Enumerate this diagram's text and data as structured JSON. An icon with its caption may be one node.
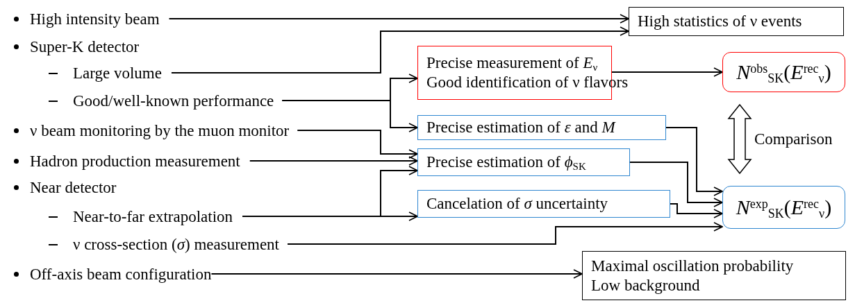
{
  "diagram": {
    "nodes": [
      {
        "text": [
          "High intensity beam"
        ]
      },
      {
        "text": [
          "Large volume"
        ]
      },
      {
        "text": [
          "Good/well-known performance"
        ]
      },
      {
        "text": [
          "ν beam monitoring by the muon monitor"
        ]
      },
      {
        "text": [
          "Hadron production measurement"
        ]
      },
      {
        "text": [
          "Near-to-far extrapolation"
        ]
      },
      {
        "text": [
          "ν cross-section (*σ*) measurement"
        ]
      },
      {
        "text": [
          "Off-axis beam configuration"
        ]
      },
      {
        "text": [
          "High statistics of ν events"
        ]
      },
      {
        "text": [
          "Precise measurement of *E*$_{ν}$",
          "Good identification of ν flavors"
        ]
      },
      {
        "text": [
          "Precise estimation of *ε* and *M*"
        ]
      },
      {
        "text": [
          "Precise estimation of *ϕ*$_{SK}$"
        ]
      },
      {
        "text": [
          "Cancelation of *σ* uncertainty"
        ]
      },
      {
        "text": [
          "*N*$^{obs}$$_{SK}$(*E*$^{rec}$$_{ν}$)"
        ]
      },
      {
        "text": [
          "*N*$^{exp}$$_{SK}$(*E*$^{rec}$$_{ν}$)"
        ]
      },
      {
        "text": [
          "Maximal oscillation probability",
          "Low background"
        ]
      }
    ],
    "edges": [
      {
        "from": 0,
        "to": 8,
        "arrow": "to"
      },
      {
        "from": 1,
        "to": 8,
        "arrow": "to"
      },
      {
        "from": 2,
        "to": 9,
        "arrow": "to"
      },
      {
        "from": 2,
        "to": 10,
        "arrow": "to"
      },
      {
        "from": 3,
        "to": 11,
        "arrow": "to"
      },
      {
        "from": 4,
        "to": 11,
        "arrow": "to"
      },
      {
        "from": 5,
        "to": 11,
        "arrow": "to"
      },
      {
        "from": 5,
        "to": 12,
        "arrow": "to"
      },
      {
        "from": 6,
        "to": 14,
        "arrow": "to"
      },
      {
        "from": 7,
        "to": 15,
        "arrow": "to"
      },
      {
        "from": 9,
        "to": 13,
        "arrow": "to"
      },
      {
        "from": 10,
        "to": 14,
        "arrow": "to"
      },
      {
        "from": 11,
        "to": 14,
        "arrow": "to"
      },
      {
        "from": 12,
        "to": 14,
        "arrow": "to"
      },
      {
        "from": 13,
        "to": 14,
        "arrow": "both",
        "label": "Comparison",
        "style": "thick"
      }
    ],
    "labels": [
      "Super-K detector",
      "Near detector"
    ]
  }
}
